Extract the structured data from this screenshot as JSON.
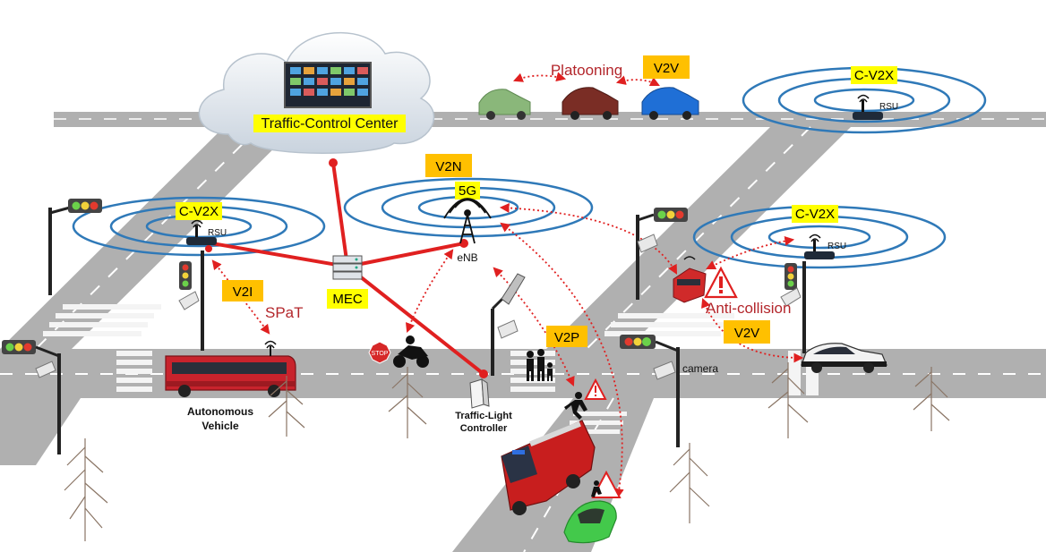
{
  "labels": {
    "tcc": "Traffic-Control Center",
    "platooning": "Platooning",
    "v2v_top": "V2V",
    "cv2x_top_right": "C-V2X",
    "rsu_top_right": "RSU",
    "v2n": "V2N",
    "five_g": "5G",
    "enb": "eNB",
    "cv2x_left": "C-V2X",
    "rsu_left": "RSU",
    "cv2x_right": "C-V2X",
    "rsu_right": "RSU",
    "mec": "MEC",
    "v2i": "V2I",
    "spat": "SPaT",
    "v2p": "V2P",
    "anti_collision": "Anti-collision",
    "v2v_right": "V2V",
    "camera": "camera",
    "stop": "STOP",
    "autonomous_line1": "Autonomous",
    "autonomous_line2": "Vehicle",
    "tlc_line1": "Traffic-Light",
    "tlc_line2": "Controller"
  },
  "colors": {
    "yellow_label": "#ffc000",
    "red_link": "#e02020",
    "blue_ring": "#2f79b8",
    "road": "#b0b0b0",
    "red_text": "#b3262b"
  }
}
